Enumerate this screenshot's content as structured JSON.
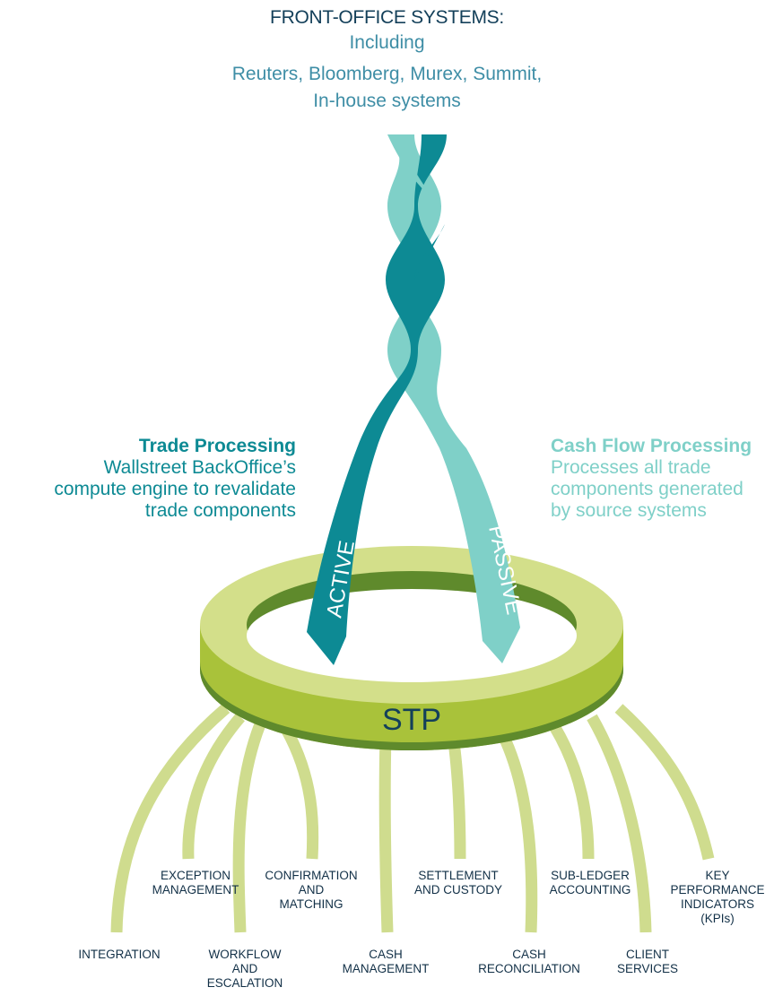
{
  "header": {
    "title": "FRONT-OFFICE SYSTEMS:",
    "lines": [
      "Including",
      "Reuters, Bloomberg, Murex, Summit,",
      "In-house systems"
    ]
  },
  "left": {
    "title": "Trade Processing",
    "lines": [
      "Wallstreet BackOffice’s",
      "compute engine to revalidate",
      "trade components"
    ]
  },
  "right": {
    "title": "Cash Flow Processing",
    "lines": [
      "Processes all trade",
      "components generated",
      "by source systems"
    ]
  },
  "strands": {
    "active": "ACTIVE",
    "passive": "PASSIVE"
  },
  "hub": {
    "label": "STP"
  },
  "legs": [
    {
      "id": "integration",
      "lines": [
        "INTEGRATION"
      ]
    },
    {
      "id": "exception-management",
      "lines": [
        "EXCEPTION",
        "MANAGEMENT"
      ]
    },
    {
      "id": "workflow-escalation",
      "lines": [
        "WORKFLOW",
        "AND",
        "ESCALATION"
      ]
    },
    {
      "id": "confirmation-matching",
      "lines": [
        "CONFIRMATION",
        "AND",
        "MATCHING"
      ]
    },
    {
      "id": "cash-management",
      "lines": [
        "CASH",
        "MANAGEMENT"
      ]
    },
    {
      "id": "settlement-custody",
      "lines": [
        "SETTLEMENT",
        "AND CUSTODY"
      ]
    },
    {
      "id": "cash-reconciliation",
      "lines": [
        "CASH",
        "RECONCILIATION"
      ]
    },
    {
      "id": "sub-ledger-accounting",
      "lines": [
        "SUB-LEDGER",
        "ACCOUNTING"
      ]
    },
    {
      "id": "client-services",
      "lines": [
        "CLIENT",
        "SERVICES"
      ]
    },
    {
      "id": "kpis",
      "lines": [
        "KEY",
        "PERFORMANCE",
        "INDICATORS",
        "(KPIs)"
      ]
    }
  ],
  "colors": {
    "dark_teal": "#0d8a94",
    "light_teal": "#7fd0c8",
    "ring_light": "#d3df8a",
    "ring_mid": "#a9c23a",
    "ring_dark": "#5f8a2c",
    "leg": "#cfdc8e",
    "navy": "#14405a"
  }
}
